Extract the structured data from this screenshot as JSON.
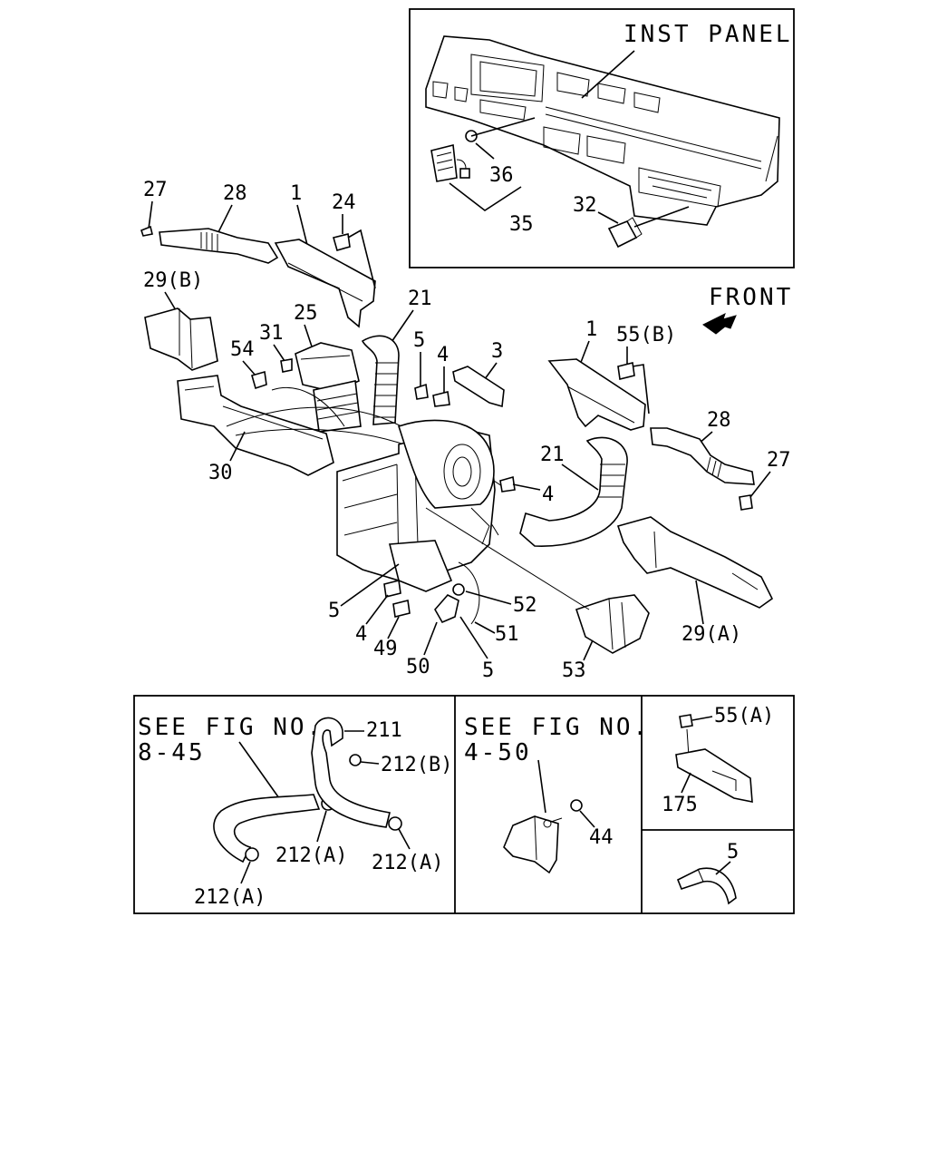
{
  "inset_top": {
    "title": "INST PANEL"
  },
  "front_label": "FRONT",
  "callouts": {
    "c27a": "27",
    "c28a": "28",
    "c1a": "1",
    "c24": "24",
    "c29b": "29(B)",
    "c25": "25",
    "c31": "31",
    "c54": "54",
    "c21a": "21",
    "c5a": "5",
    "c4a": "4",
    "c3": "3",
    "c30": "30",
    "c1b": "1",
    "c55b": "55(B)",
    "c28b": "28",
    "c27b": "27",
    "c21b": "21",
    "c4b": "4",
    "c5b": "5",
    "c52": "52",
    "c4c": "4",
    "c51": "51",
    "c49": "49",
    "c50": "50",
    "c5c": "5",
    "c53": "53",
    "c29a": "29(A)",
    "c36": "36",
    "c35": "35",
    "c32": "32"
  },
  "panel_left": {
    "ref_line1": "SEE FIG NO.",
    "ref_line2": "8-45",
    "c211": "211",
    "c212b": "212(B)",
    "c212a1": "212(A)",
    "c212a2": "212(A)",
    "c212a3": "212(A)"
  },
  "panel_mid": {
    "ref_line1": "SEE FIG NO.",
    "ref_line2": "4-50",
    "c44": "44"
  },
  "panel_right_top": {
    "c55a": "55(A)",
    "c175": "175"
  },
  "panel_right_bottom": {
    "c5": "5"
  }
}
